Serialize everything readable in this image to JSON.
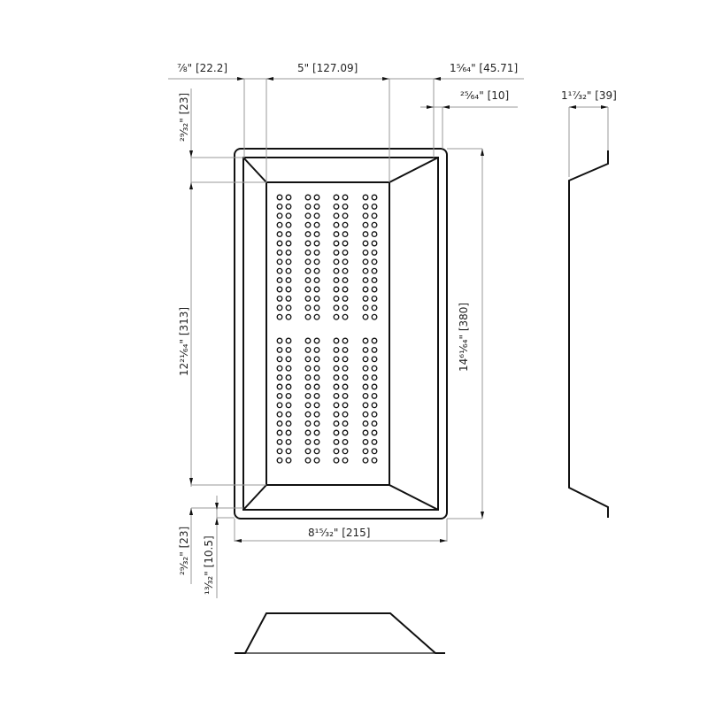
{
  "drawing": {
    "title": "Colander / strainer tray technical drawing",
    "views": [
      "top-view",
      "side-view",
      "front-view"
    ]
  },
  "dimensions": {
    "top_left_flange": "⅞\" [22.2]",
    "top_center_width": "5\" [127.09]",
    "top_right_offset": "1⁵⁄₆₄\" [45.71]",
    "top_right_small": "²⁵⁄₆₄\" [10]",
    "left_top_flange": "²⁹⁄₃₂\" [23]",
    "left_inner_length": "12²¹⁄₆₄\" [313]",
    "right_overall_length": "14⁶¹⁄₆₄\" [380]",
    "bottom_overall_width": "8¹⁵⁄₃₂\" [215]",
    "bottom_left_flange": "²⁹⁄₃₂\" [23]",
    "bottom_left_rim": "¹³⁄₃₂\" [10.5]",
    "side_depth": "1¹⁷⁄₃₂\" [39]"
  },
  "hole_pattern": {
    "columns_groups": 4,
    "holes_per_group_row": 2,
    "row_groups": 2,
    "rows_per_group": 14
  },
  "colors": {
    "outline": "#111111",
    "dimension_line": "#999999",
    "background": "#ffffff"
  }
}
